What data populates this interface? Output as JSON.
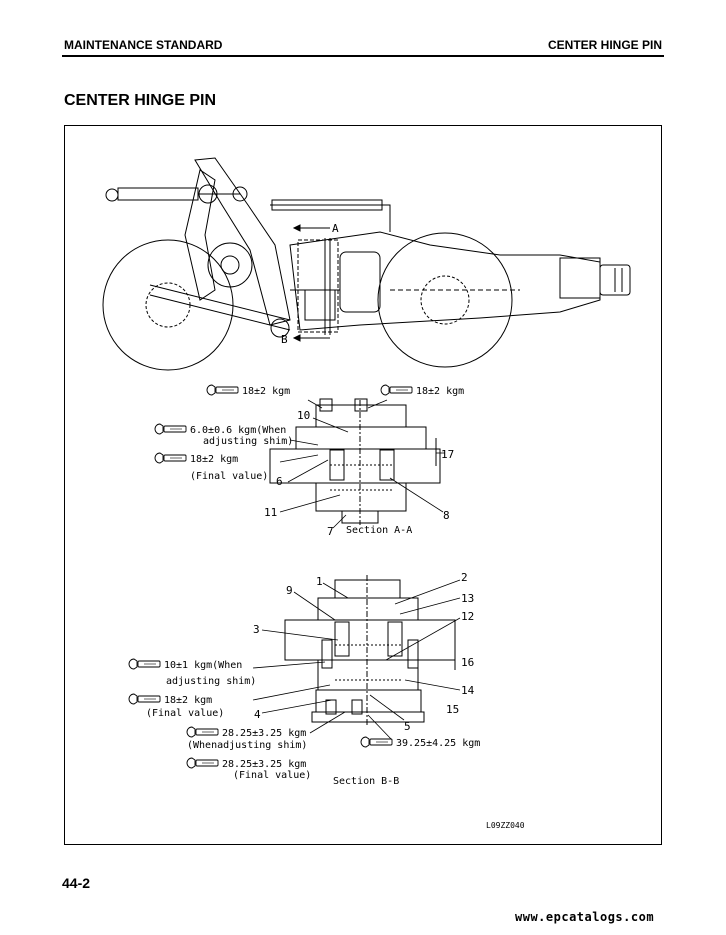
{
  "header": {
    "left": "MAINTENANCE STANDARD",
    "right": "CENTER HINGE PIN"
  },
  "title": "CENTER HINGE PIN",
  "page_number": "44-2",
  "website": "www.epcatalogs.com",
  "figure_id": "L09ZZ040",
  "top_view": {
    "label_a": "A",
    "label_b": "B"
  },
  "section_aa": {
    "caption": "Section A-A",
    "torques": {
      "t1": "18±2 kgm",
      "t2": "18±2 kgm",
      "t3_line1": "6.0±0.6 kgm(When",
      "t3_line2": "adjusting shim)",
      "t4_line1": "18±2 kgm",
      "t4_line2": "(Final value)"
    },
    "callouts": [
      "10",
      "6",
      "11",
      "7",
      "8",
      "17"
    ]
  },
  "section_bb": {
    "caption": "Section B-B",
    "torques": {
      "t1_line1": "10±1 kgm(When",
      "t1_line2": "adjusting shim)",
      "t2_line1": "18±2 kgm",
      "t2_line2": "(Final value)",
      "t3_line1": "28.25±3.25 kgm",
      "t3_line2": "(Whenadjusting shim)",
      "t4_line1": "28.25±3.25 kgm",
      "t4_line2": "(Final value)",
      "t5": "39.25±4.25 kgm"
    },
    "callouts": [
      "1",
      "9",
      "3",
      "4",
      "2",
      "13",
      "12",
      "16",
      "14",
      "5",
      "15"
    ]
  },
  "icons": [
    "torque-wrench-icon"
  ]
}
